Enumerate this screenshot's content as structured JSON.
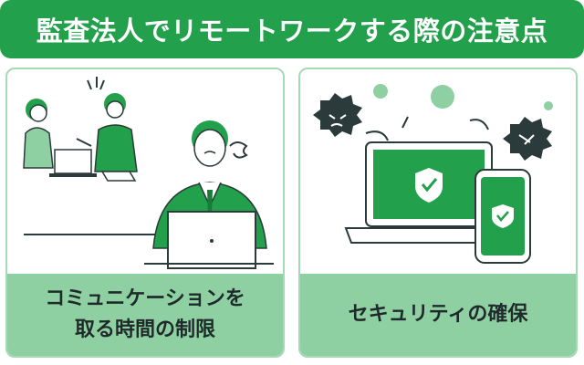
{
  "title": "監査法人でリモートワークする際の注意点",
  "cards": [
    {
      "label": "コミュニケーションを\n取る時間の制限",
      "illustration": "meeting-and-worried-worker"
    },
    {
      "label": "セキュリティの確保",
      "illustration": "secure-devices-with-threats"
    }
  ],
  "colors": {
    "brand_green": "#22a04b",
    "panel_green": "#8fd0a3",
    "border_green": "#a8d9b6",
    "dark_ink": "#2b3a3a"
  }
}
